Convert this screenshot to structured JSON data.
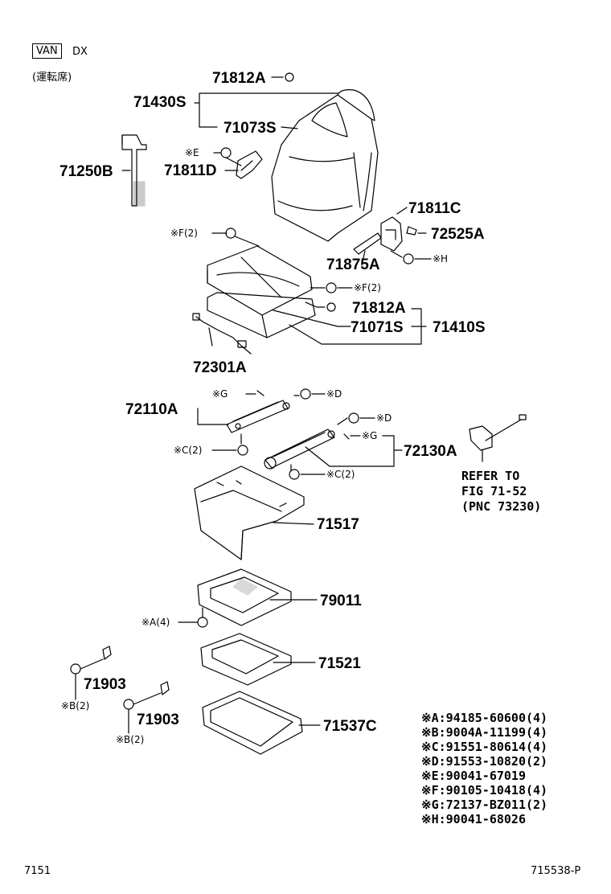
{
  "header": {
    "badge": "VAN",
    "grade": "DX",
    "note": "(運転席)"
  },
  "labels": {
    "p71812A_top": "71812A",
    "p71430S": "71430S",
    "p71073S": "71073S",
    "p71250B": "71250B",
    "p71811D": "71811D",
    "p71811C": "71811C",
    "p72525A": "72525A",
    "p71875A": "71875A",
    "p71812A_mid": "71812A",
    "p71071S": "71071S",
    "p71410S": "71410S",
    "p72301A": "72301A",
    "p72110A": "72110A",
    "p72130A": "72130A",
    "p71517": "71517",
    "p79011": "79011",
    "p71521": "71521",
    "p71903_a": "71903",
    "p71903_b": "71903",
    "p71537C": "71537C"
  },
  "callouts": {
    "e": "※E",
    "f2_top": "※F(2)",
    "f2_mid": "※F(2)",
    "h": "※H",
    "g_left": "※G",
    "d_left": "※D",
    "c2_left": "※C(2)",
    "d_right": "※D",
    "g_right": "※G",
    "c2_right": "※C(2)",
    "a4": "※A(4)",
    "b2_a": "※B(2)",
    "b2_b": "※B(2)"
  },
  "refer": {
    "line1": "REFER TO",
    "line2": "FIG 71-52",
    "line3": "(PNC 73230)"
  },
  "legend": [
    {
      "key": "※A",
      "part": "94185-60600",
      "qty": "(4)"
    },
    {
      "key": "※B",
      "part": "9004A-11199",
      "qty": "(4)"
    },
    {
      "key": "※C",
      "part": "91551-80614",
      "qty": "(4)"
    },
    {
      "key": "※D",
      "part": "91553-10820",
      "qty": "(2)"
    },
    {
      "key": "※E",
      "part": "90041-67019",
      "qty": ""
    },
    {
      "key": "※F",
      "part": "90105-10418",
      "qty": "(4)"
    },
    {
      "key": "※G",
      "part": "72137-BZ011",
      "qty": "(2)"
    },
    {
      "key": "※H",
      "part": "90041-68026",
      "qty": ""
    }
  ],
  "footer": {
    "left": "7151",
    "right": "715538-P"
  }
}
